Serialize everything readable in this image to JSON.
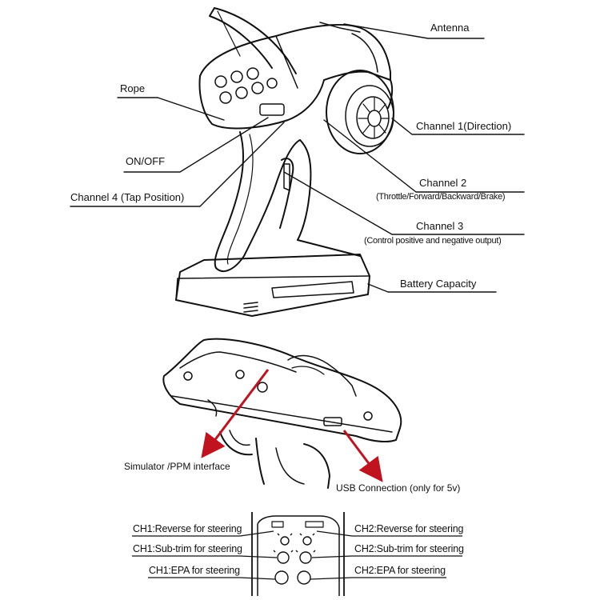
{
  "colors": {
    "line": "#111111",
    "accent_arrow": "#c1121f",
    "background": "#ffffff"
  },
  "transmitter_labels": {
    "antenna": "Antenna",
    "rope": "Rope",
    "on_off": "ON/OFF",
    "channel4": "Channel 4 (Tap Position)",
    "channel1": "Channel 1(Direction)",
    "channel2": "Channel 2",
    "channel2_desc": "(Throttle/Forward/Backward/Brake)",
    "channel3": "Channel 3",
    "channel3_desc": "(Control positive and negative output)",
    "battery": "Battery Capacity"
  },
  "interface_labels": {
    "simulator": "Simulator /PPM interface",
    "usb": "USB Connection (only for 5v)"
  },
  "panel_labels": {
    "ch1_reverse": "CH1:Reverse for steering",
    "ch1_subtrim": "CH1:Sub-trim for steering",
    "ch1_epa": "CH1:EPA for steering",
    "ch2_reverse": "CH2:Reverse for steering",
    "ch2_subtrim": "CH2:Sub-trim for steering",
    "ch2_epa": "CH2:EPA for steering"
  }
}
